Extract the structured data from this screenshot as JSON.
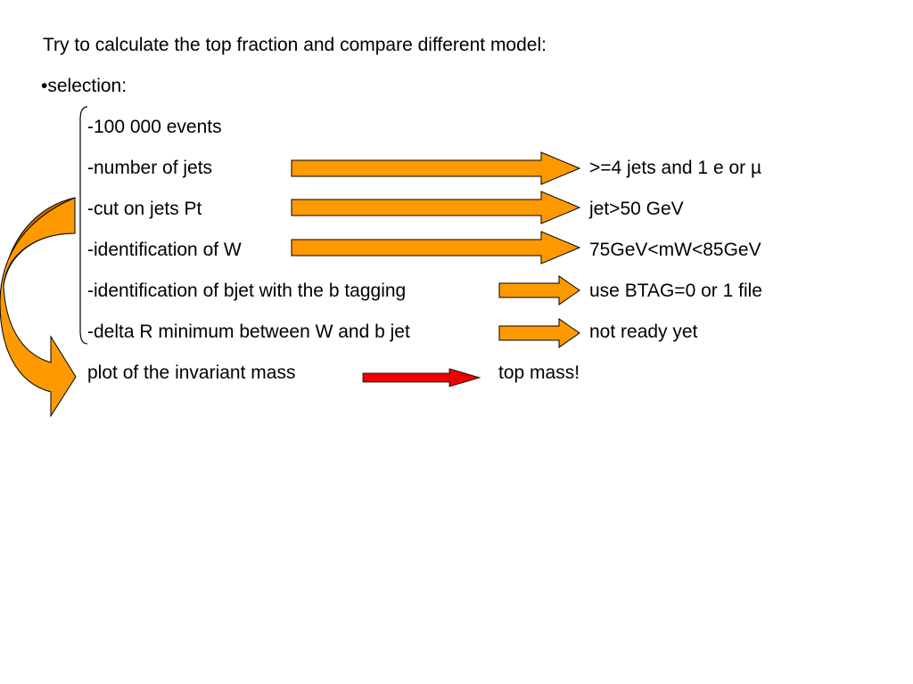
{
  "slide": {
    "intro": "Try to calculate the top fraction and compare different model:",
    "bullet": "•selection:",
    "steps": [
      {
        "label": "-100 000 events",
        "result": ""
      },
      {
        "label": "-number of jets",
        "result": ">=4 jets and 1 e or µ"
      },
      {
        "label": "-cut on jets Pt",
        "result": "jet>50 GeV"
      },
      {
        "label": "-identification of W",
        "result": "75GeV<mW<85GeV"
      },
      {
        "label": "-identification of bjet with the b tagging",
        "result": "use BTAG=0 or 1 file"
      },
      {
        "label": "-delta R minimum between W and b jet",
        "result": "not ready yet"
      }
    ],
    "final": {
      "label": "plot of the invariant mass",
      "result": "top mass!"
    }
  },
  "colors": {
    "arrow_fill": "#ff9900",
    "arrow_fill_dark": "#c87400",
    "final_arrow_fill": "#ee0000"
  }
}
